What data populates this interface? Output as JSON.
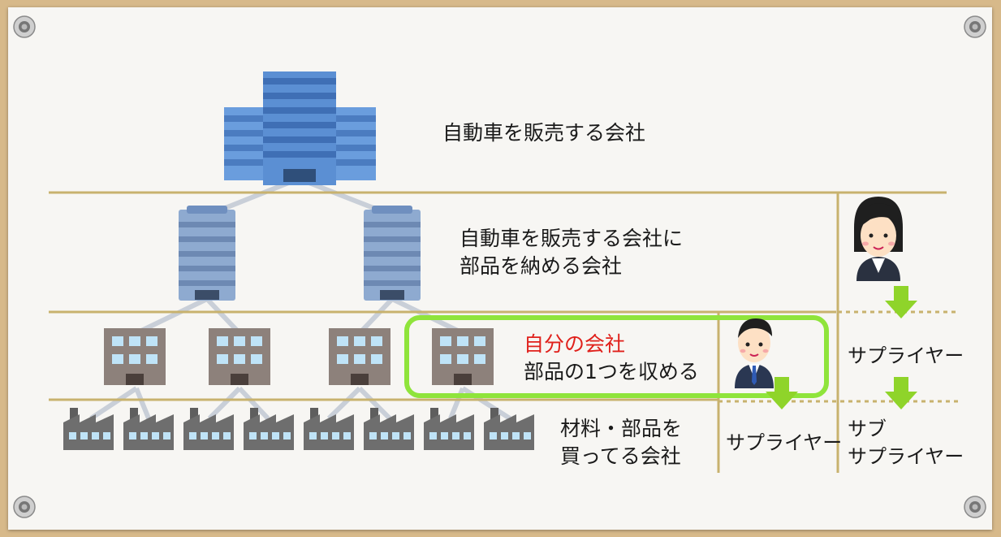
{
  "colors": {
    "board": "#f7f6f3",
    "frame": "#d7b98a",
    "divider": "#c8b26e",
    "highlight": "#8fe43b",
    "arrow": "#8fd42a",
    "company_red": "#e0201b",
    "building_blue": "#5b8fd3",
    "building_gray_blue": "#7d97b8",
    "office_brown": "#8a7f79",
    "factory_gray": "#707070",
    "connector": "#c9cfd8"
  },
  "tiers": {
    "top": {
      "label": "自動車を販売する会社"
    },
    "second": {
      "lines": [
        "自動車を販売する会社に",
        "部品を納める会社"
      ]
    },
    "third": {
      "highlight_title": "自分の会社",
      "line2": "部品の1つを収める"
    },
    "bottom": {
      "lines": [
        "材料・部品を",
        "買ってる会社"
      ]
    }
  },
  "roles": {
    "supplier_inner": "サプライヤー",
    "supplier_outer": "サプライヤー",
    "sub_supplier": [
      "サブ",
      "サプライヤー"
    ]
  },
  "icons": {
    "large_building": "office-tower-icon",
    "mid_building": "office-building-icon",
    "small_office": "small-office-icon",
    "factory": "factory-icon",
    "woman": "businesswoman-icon",
    "man": "businessman-icon",
    "arrow": "down-arrow-icon"
  }
}
